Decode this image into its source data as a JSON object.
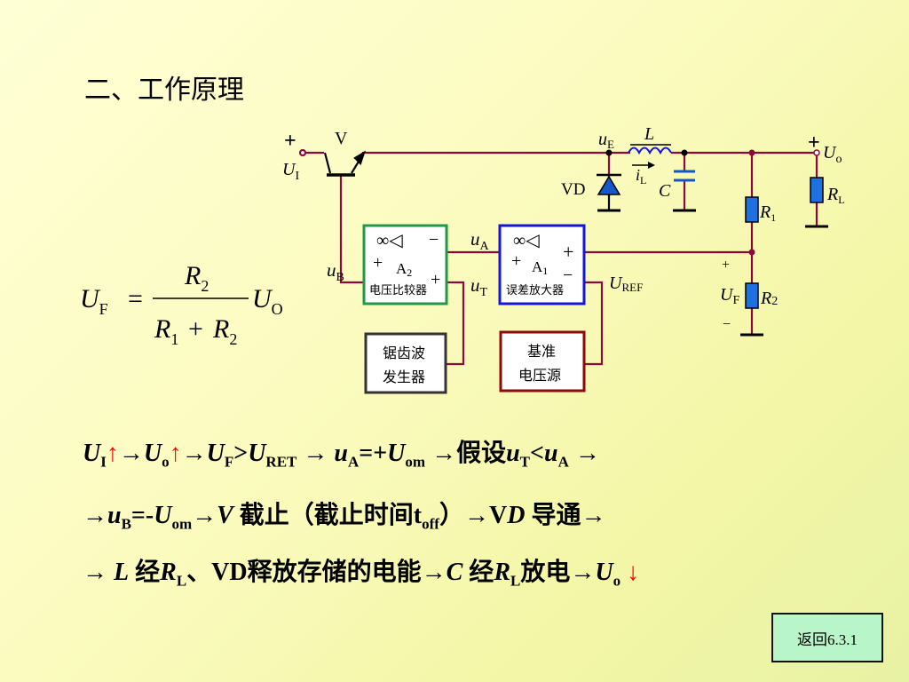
{
  "title": "二、工作原理",
  "circuit": {
    "transistor": "V",
    "input_plus": "+",
    "input_voltage": {
      "main": "U",
      "sub": "I"
    },
    "ue": {
      "main": "u",
      "sub": "E"
    },
    "inductor": "L",
    "il": {
      "main": "i",
      "sub": "L"
    },
    "diode": "VD",
    "capacitor": "C",
    "output_plus": "+",
    "output_voltage": {
      "main": "U",
      "sub": "o"
    },
    "r1": {
      "main": "R",
      "sub": "1"
    },
    "r2": {
      "main": "R",
      "sub": "2"
    },
    "rl": {
      "main": "R",
      "sub": "L"
    },
    "uf_plus": "+",
    "uf_minus": "−",
    "uf": {
      "main": "U",
      "sub": "F"
    },
    "comparator": {
      "symbol": "∞◁",
      "minus": "−",
      "plus": "+",
      "name_main": "A",
      "name_sub": "2",
      "label": "电压比较器"
    },
    "error_amp": {
      "symbol": "∞◁",
      "minus": "−",
      "plus": "+",
      "name_main": "A",
      "name_sub": "1",
      "label": "误差放大器"
    },
    "plus_a2": "+",
    "plus_a1": "+",
    "minus_a1": "−",
    "ua": {
      "main": "u",
      "sub": "A"
    },
    "ub": {
      "main": "u",
      "sub": "B"
    },
    "ut": {
      "main": "u",
      "sub": "T"
    },
    "uref": {
      "main": "U",
      "sub": "REF"
    },
    "sawtooth": [
      "锯齿波",
      "发生器"
    ],
    "reference": [
      "基准",
      "电压源"
    ]
  },
  "formula": {
    "lhs_main": "U",
    "lhs_sub": "F",
    "eq": "=",
    "num_main": "R",
    "num_sub": "2",
    "den_a_main": "R",
    "den_a_sub": "1",
    "den_plus": "+",
    "den_b_main": "R",
    "den_b_sub": "2",
    "rhs_main": "U",
    "rhs_sub": "O"
  },
  "line1": {
    "u_i": "U",
    "u_i_sub": "I",
    "up1": "↑",
    "arrow1": "→",
    "u_o": "U",
    "u_o_sub": "o",
    "up2": "↑",
    "arrow2": "→",
    "u_f": "U",
    "u_f_sub": "F",
    "gt": ">",
    "u_ret": "U",
    "u_ret_sub": "RET",
    "arrow3": " → ",
    "u_a": "u",
    "u_a_sub": "A",
    "eq_plus": "=+",
    "u_om": "U",
    "u_om_sub": "om",
    "arrow4": " →",
    "assume": "假设",
    "u_t": "u",
    "u_t_sub": "T",
    "lt": "<",
    "u_a2": "u",
    "u_a2_sub": "A",
    "arrow5": " →"
  },
  "line2": {
    "arrow1": "→",
    "u_b": "u",
    "u_b_sub": "B",
    "eq_minus": "=-",
    "u_om": "U",
    "u_om_sub": "om",
    "arrow2": "→",
    "v": "V",
    "cutoff": " 截止（截止时间t",
    "t_sub": "off",
    "close": "）",
    "arrow3": "→",
    "vd_v": "V",
    "vd_d": "D",
    "conduct": " 导通",
    "arrow4": "→"
  },
  "line3": {
    "arrow1": "→ ",
    "l": "L",
    "via": "  经",
    "r": "R",
    "r_sub": "L",
    "mid": "、VD释放存储的电能",
    "arrow2": "→",
    "c": "C",
    "via2": " 经",
    "r2": "R",
    "r2_sub": "L",
    "discharge": "放电",
    "arrow3": "→",
    "u_o": "U",
    "u_o_sub": "o",
    "down": " ↓"
  },
  "return_button": "返回6.3.1",
  "colors": {
    "wire": "#8b0a3c",
    "comparator_border": "#1e9a4a",
    "error_amp_border": "#1414dc",
    "sawtooth_border": "#333333",
    "reference_border": "#8b0a0a",
    "resistor_fill": "#1e6fe0",
    "diode_fill": "#1457c8",
    "arrow_red": "#ff0000",
    "button_bg": "#b8f5c8"
  }
}
